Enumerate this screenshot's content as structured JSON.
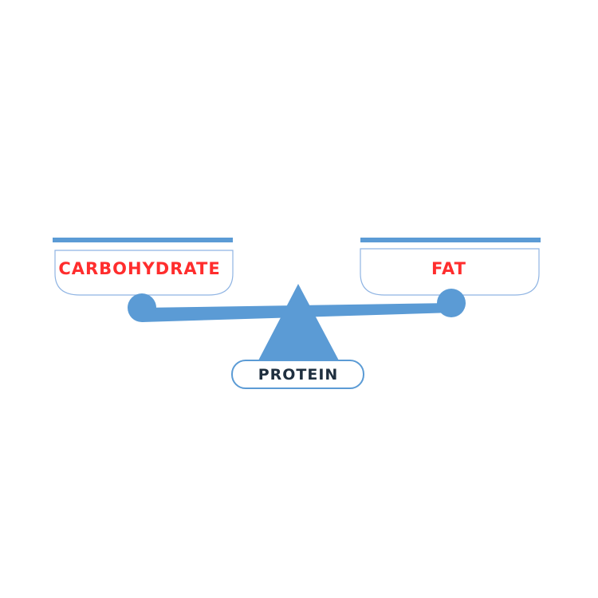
{
  "diagram": {
    "left_pan_label": "CARBOHYDRATE",
    "right_pan_label": "FAT",
    "base_label": "PROTEIN"
  },
  "colors": {
    "scale_blue": "#5b9bd5",
    "pan_outline": "#8fb4e3",
    "pan_label_red": "#ff2d2d",
    "base_label_dark": "#1f2f3f",
    "base_outline": "#5b9bd5"
  }
}
